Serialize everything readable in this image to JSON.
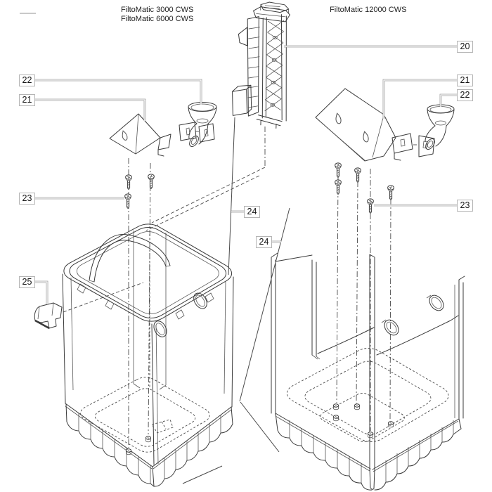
{
  "diagram": {
    "titles": {
      "left_models": [
        "FiltoMatic 3000 CWS",
        "FiltoMatic 6000 CWS"
      ],
      "right_model": "FiltoMatic 12000 CWS"
    },
    "callouts": {
      "left": {
        "c22": "22",
        "c21": "21",
        "c23": "23",
        "c24": "24",
        "c25": "25"
      },
      "right": {
        "c20": "20",
        "c21": "21",
        "c22": "22",
        "c23": "23",
        "c24": "24"
      }
    },
    "colors": {
      "background": "#ffffff",
      "line": "#3a3a3a",
      "leader": "#9b9b9b",
      "label_border": "#b4b4b4",
      "text": "#1f1f1f"
    }
  }
}
